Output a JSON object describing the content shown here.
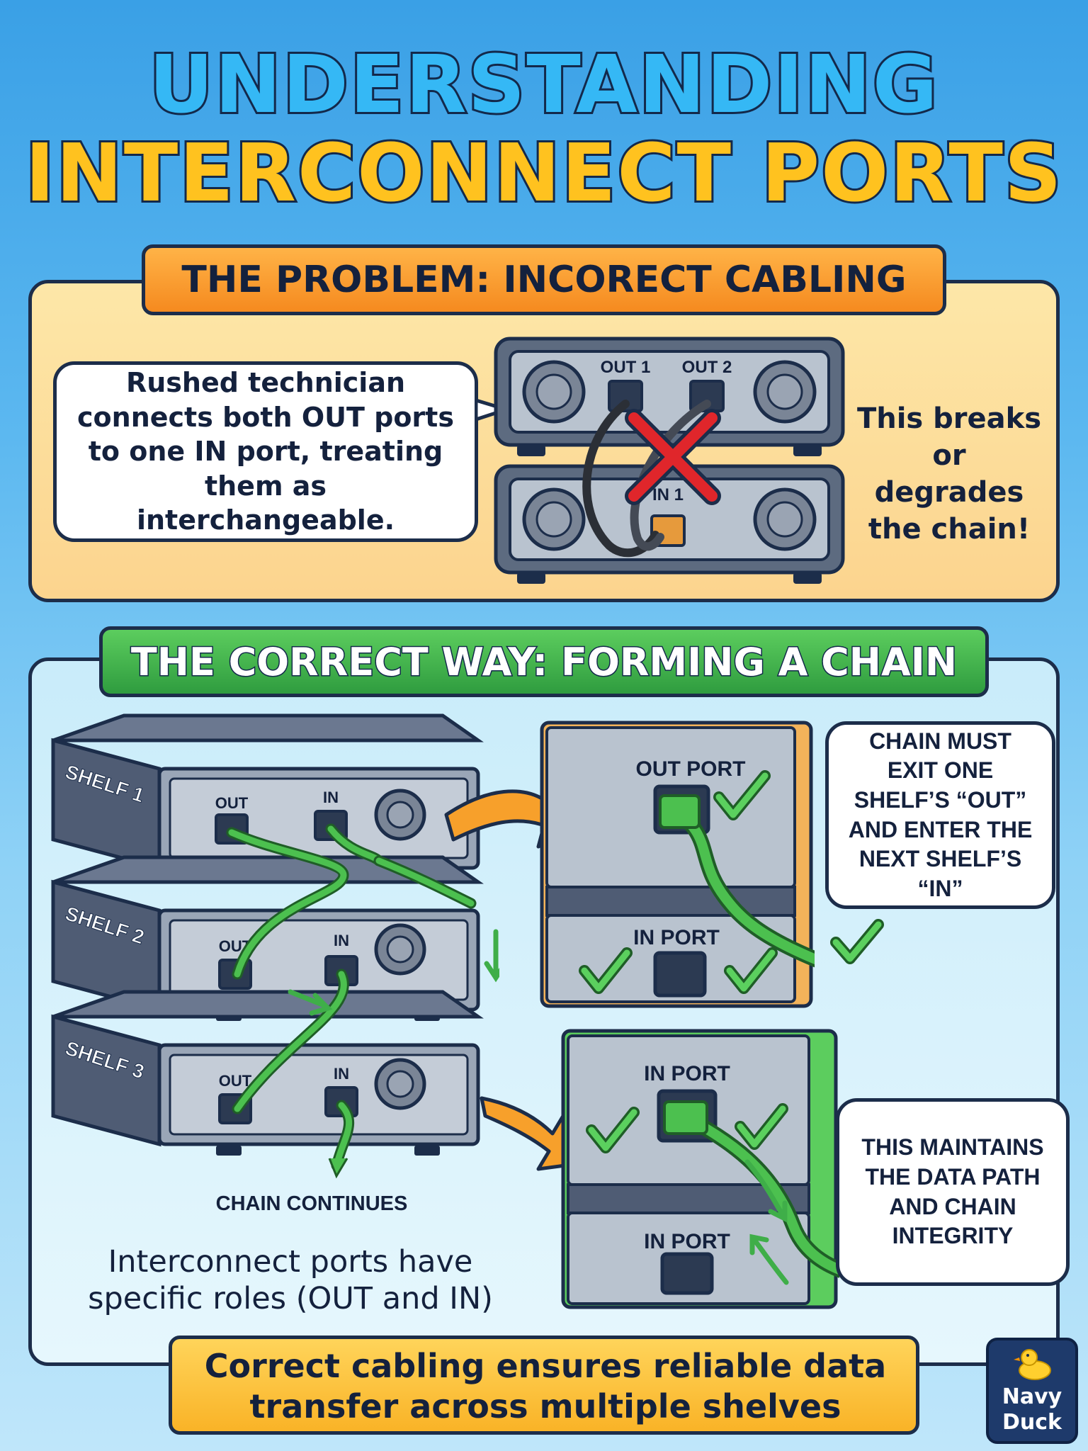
{
  "title": {
    "line1": "UNDERSTANDING",
    "line2": "INTERCONNECT PORTS"
  },
  "problem": {
    "heading": "THE PROBLEM: INCORECT CABLING",
    "description": "Rushed technician connects both OUT ports to one IN port, treating them as interchangeable.",
    "consequence": "This breaks or degrades the chain!",
    "port_out1": "OUT 1",
    "port_out2": "OUT 2",
    "port_in1": "IN 1"
  },
  "correct": {
    "heading": "THE CORRECT WAY: FORMING A CHAIN",
    "shelves": [
      {
        "name": "SHELF 1",
        "out": "OUT",
        "in": "IN"
      },
      {
        "name": "SHELF 2",
        "out": "OUT",
        "in": "IN"
      },
      {
        "name": "SHELF 3",
        "out": "OUT",
        "in": "IN"
      }
    ],
    "chain_continues": "CHAIN CONTINUES",
    "roles_note": "Interconnect ports have specific roles (OUT and IN)",
    "zoom1": {
      "top_port": "OUT PORT",
      "bottom_port": "IN PORT"
    },
    "zoom2": {
      "top_port": "IN PORT",
      "bottom_port": "IN PORT"
    },
    "callout1": "CHAIN MUST EXIT ONE SHELF’S “OUT” AND ENTER THE NEXT SHELF’S “IN”",
    "callout2": "THIS MAINTAINS THE DATA PATH AND CHAIN INTEGRITY"
  },
  "footer": {
    "summary": "Correct cabling ensures reliable data transfer across multiple shelves"
  },
  "badge": {
    "line1": "Navy",
    "line2": "Duck"
  },
  "colors": {
    "accent_orange": "#f7941d",
    "accent_green": "#3fae49",
    "title_blue": "#35b8f5",
    "title_yellow": "#ffc21f",
    "outline_navy": "#1c2d4a"
  }
}
